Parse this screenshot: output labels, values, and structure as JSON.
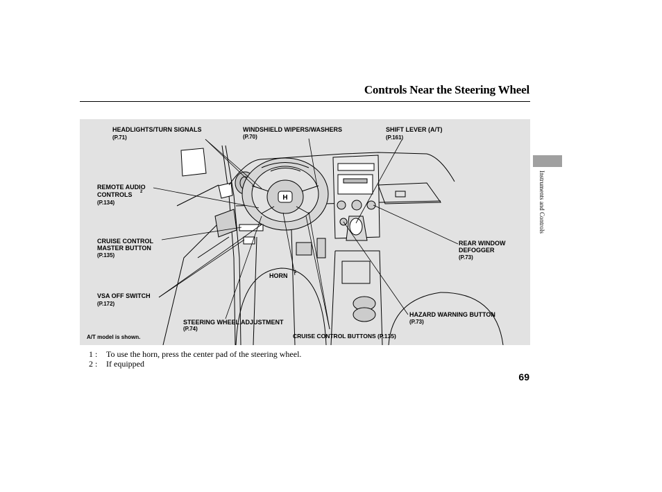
{
  "header": {
    "title": "Controls Near the Steering Wheel"
  },
  "side_tab": {
    "label": "Instruments and Controls"
  },
  "page_number": "69",
  "diagram": {
    "labels": {
      "headlights": {
        "name": "HEADLIGHTS/TURN SIGNALS",
        "ref": "(P.71)"
      },
      "wipers": {
        "name": "WINDSHIELD WIPERS/WASHERS",
        "ref": "(P.70)"
      },
      "shift_lever": {
        "name": "SHIFT LEVER (A/T)",
        "ref": "(P.161)"
      },
      "remote_audio": {
        "name_line1": "REMOTE AUDIO",
        "name_line2": "CONTROLS",
        "sup": "2",
        "ref": "(P.134)"
      },
      "cruise_master": {
        "name_line1": "CRUISE CONTROL",
        "name_line2": "MASTER BUTTON",
        "ref": "(P.135)"
      },
      "rear_defogger": {
        "name_line1": "REAR WINDOW",
        "name_line2": "DEFOGGER",
        "ref": "(P.73)"
      },
      "horn": {
        "name": "HORN",
        "sup": "1"
      },
      "vsa_off": {
        "name": "VSA OFF SWITCH",
        "ref": "(P.172)"
      },
      "hazard": {
        "name": "HAZARD WARNING BUTTON",
        "ref": "(P.73)"
      },
      "steering_adj": {
        "name": "STEERING WHEEL ADJUSTMENT",
        "ref": "(P.74)"
      },
      "cruise_buttons": {
        "name": "CRUISE CONTROL BUTTONS (P.135)"
      }
    },
    "model_note": "A/T model is shown."
  },
  "footnotes": [
    {
      "num": "1 :",
      "text": "To use the horn, press the center pad of the steering wheel."
    },
    {
      "num": "2 :",
      "text": "If equipped"
    }
  ],
  "colors": {
    "diagram_bg": "#e2e2e2",
    "tab": "#a0a0a0",
    "line": "#000000"
  }
}
